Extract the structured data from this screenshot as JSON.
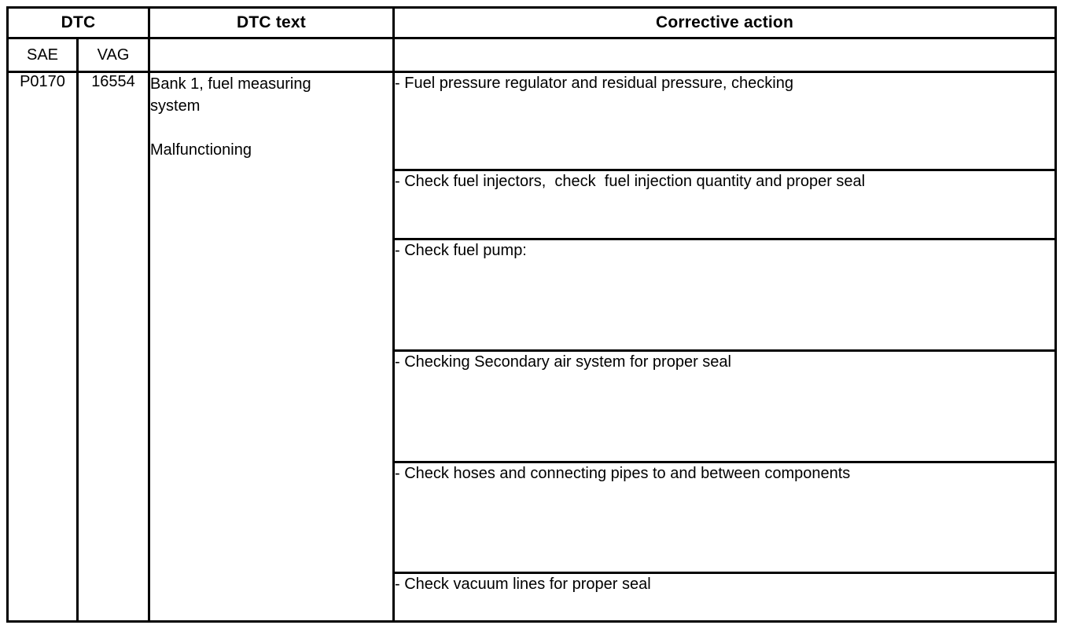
{
  "table": {
    "header": {
      "dtc": "DTC",
      "dtc_text": "DTC text",
      "corrective_action": "Corrective action"
    },
    "subheader": {
      "sae": "SAE",
      "vag": "VAG"
    },
    "row": {
      "sae_code": "P0170",
      "vag_code": "16554",
      "dtc_text_lines": {
        "line1": "Bank 1, fuel measuring system",
        "line2": "Malfunctioning"
      },
      "corrective_actions": [
        "- Fuel pressure regulator and residual pressure, checking",
        "- Check fuel injectors,  check  fuel injection quantity and proper seal",
        "- Check fuel pump:",
        "- Checking Secondary air system for proper seal",
        "- Check hoses and connecting pipes to and between components",
        "- Check vacuum lines for proper seal"
      ]
    }
  },
  "colors": {
    "border": "#000000",
    "background": "#ffffff",
    "text": "#000000"
  }
}
